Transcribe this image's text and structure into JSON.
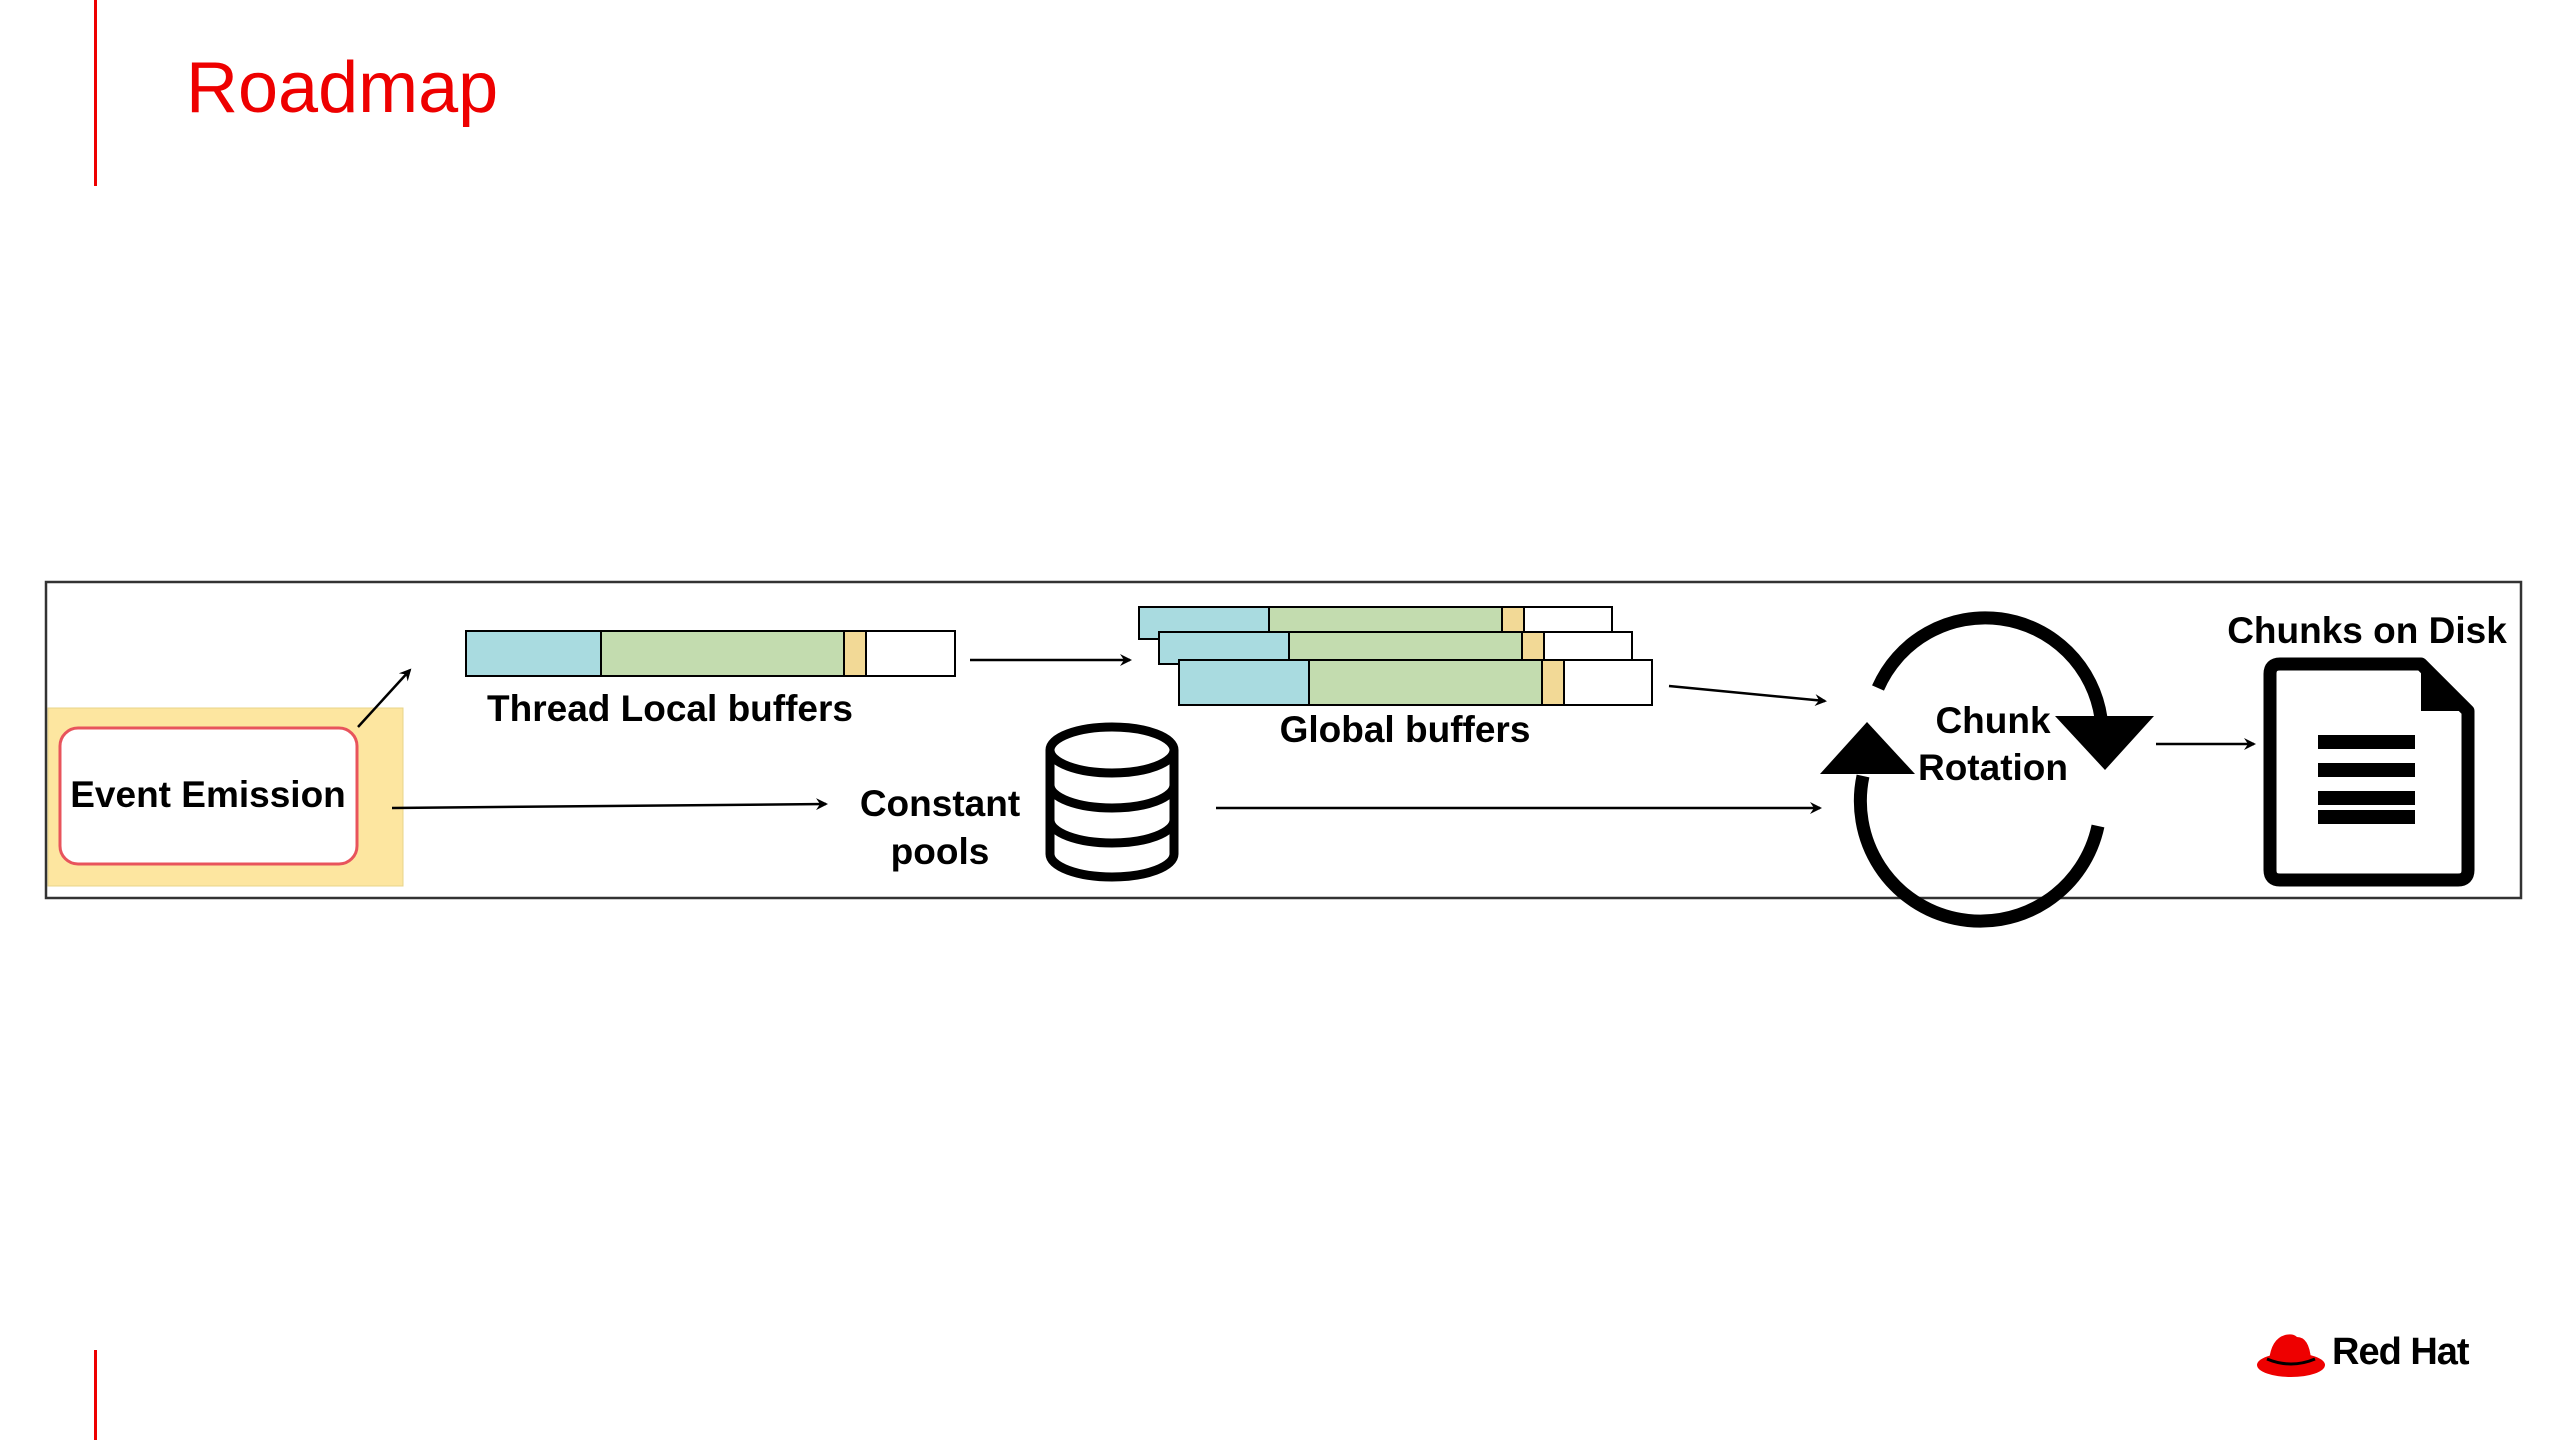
{
  "slide": {
    "title": "Roadmap"
  },
  "diagram": {
    "event_emission_label": "Event Emission",
    "thread_local_label": "Thread Local buffers",
    "global_buffers_label": "Global buffers",
    "constant_pools_line1": "Constant",
    "constant_pools_line2": "pools",
    "chunk_rotation_line1": "Chunk",
    "chunk_rotation_line2": "Rotation",
    "chunks_on_disk_label": "Chunks on Disk",
    "colors": {
      "buffer_blue": "#a9dbe0",
      "buffer_green": "#c3dcaf",
      "buffer_yellow": "#f2d996",
      "highlight_yellow": "#fde6a0",
      "event_box_border": "#e8545c",
      "frame_border": "#333333"
    },
    "icons": {
      "constant_pool": "database-icon",
      "chunk_rotation": "circular-arrows-icon",
      "chunks_on_disk": "document-icon"
    }
  },
  "brand": {
    "logo_text": "Red Hat",
    "logo_icon": "red-hat-fedora-icon",
    "accent_color": "#ee0000"
  }
}
